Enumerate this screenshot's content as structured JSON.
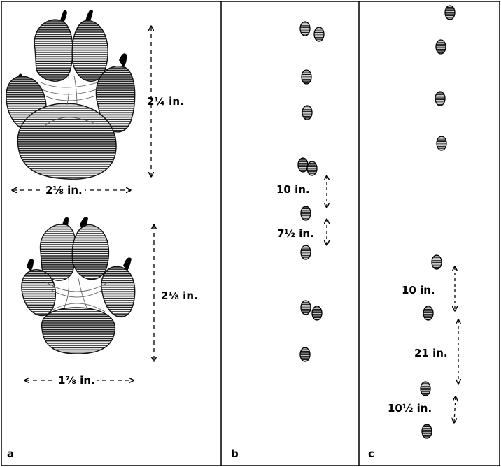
{
  "panels": [
    {
      "id": "a",
      "letter": "a"
    },
    {
      "id": "b",
      "letter": "b"
    },
    {
      "id": "c",
      "letter": "c"
    }
  ],
  "panel_a": {
    "front_print": {
      "height_label": "2¼ in.",
      "width_label": "2⅛ in."
    },
    "hind_print": {
      "height_label": "2⅛ in.",
      "width_label": "1⅞ in."
    }
  },
  "panel_b": {
    "stride_labels": [
      "10 in.",
      "7½ in."
    ]
  },
  "panel_c": {
    "stride_labels": [
      "10 in.",
      "21 in.",
      "10½ in."
    ]
  },
  "colors": {
    "ink": "#000000",
    "paper": "#ffffff"
  }
}
